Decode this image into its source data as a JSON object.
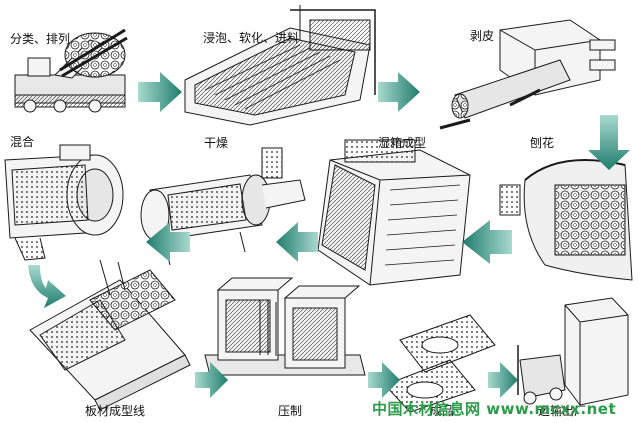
{
  "steps": [
    {
      "label": "分类、排列"
    },
    {
      "label": "浸泡、软化、进料"
    },
    {
      "label": "剥皮"
    },
    {
      "label": "刨花"
    },
    {
      "label": "湿箱成型"
    },
    {
      "label": "干燥"
    },
    {
      "label": "混合"
    },
    {
      "label": "板材成型线"
    },
    {
      "label": "压制"
    },
    {
      "label": "成品"
    },
    {
      "label": "运输出厂"
    }
  ],
  "watermark": "中国木材信息网 www.mcxx.net",
  "colors": {
    "arrow": "#2c8a7c",
    "line": "#1a1a1a",
    "fill": "#f4f4f4",
    "watermark": "#2b9c4a"
  }
}
